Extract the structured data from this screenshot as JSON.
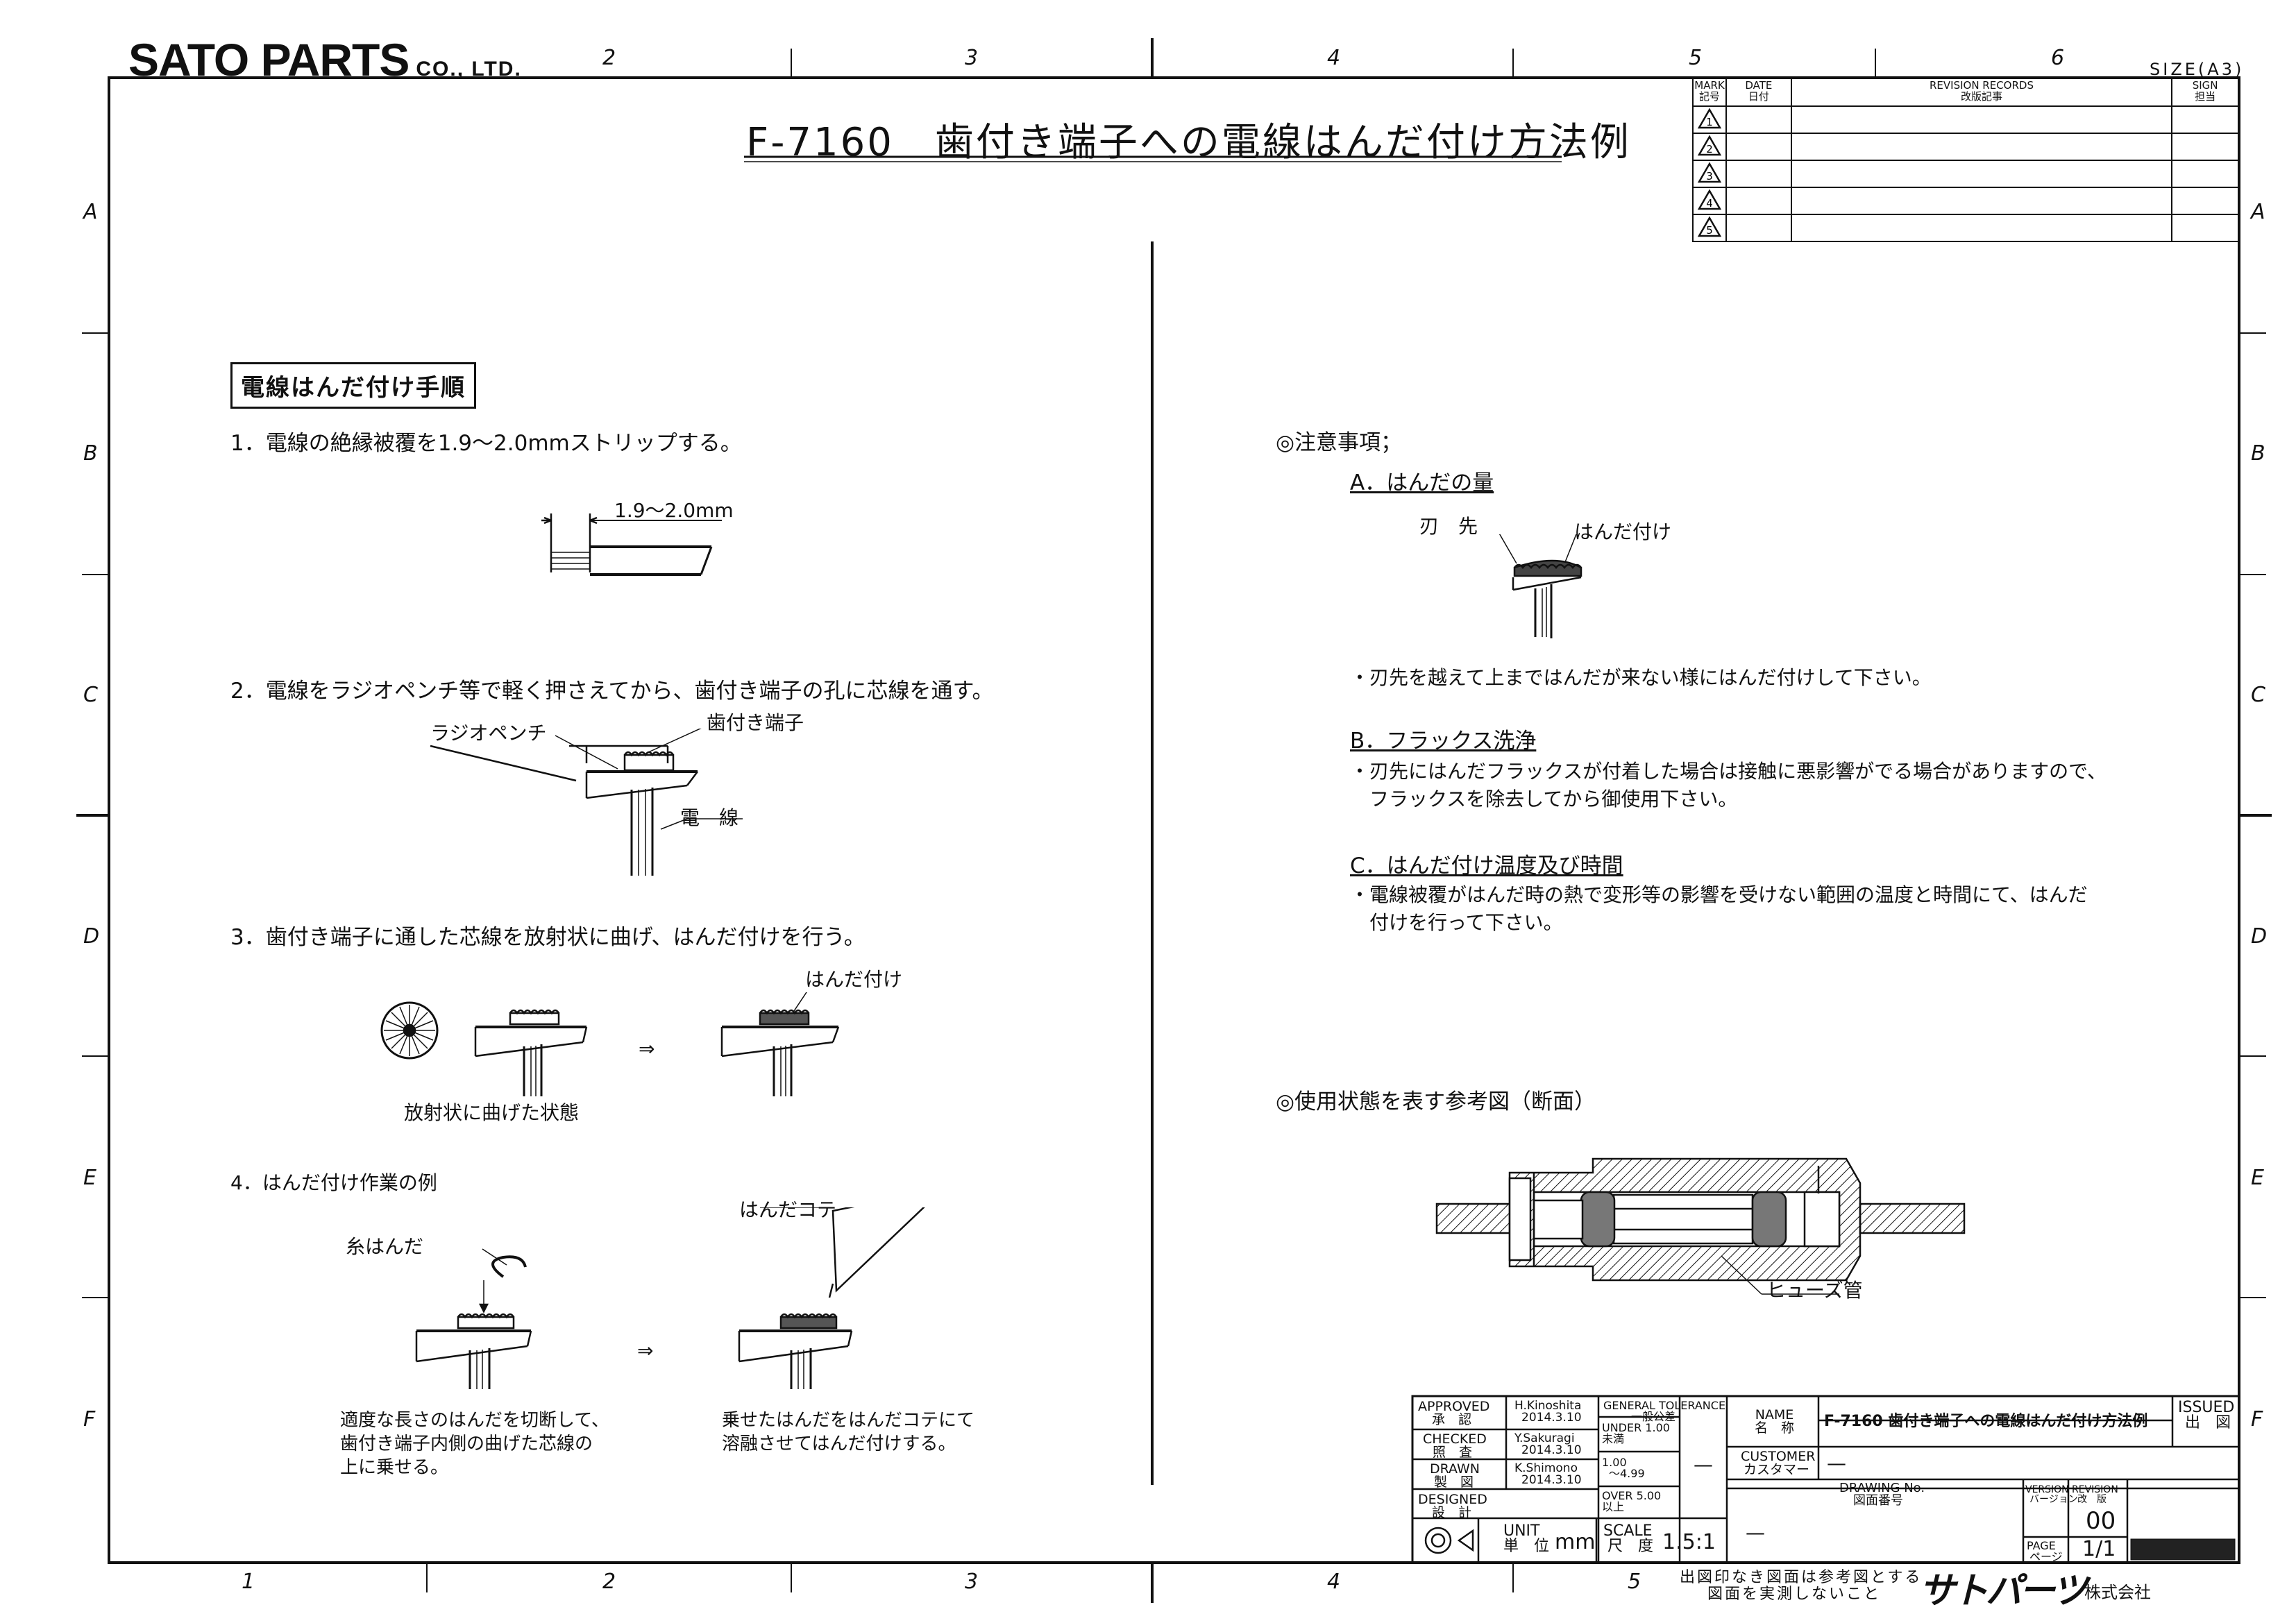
{
  "header": {
    "company_logo": "SATO PARTS",
    "company_suffix": "CO., LTD.",
    "size": "SIZE(A3)"
  },
  "zones": {
    "columns": [
      "1",
      "2",
      "3",
      "4",
      "5",
      "6"
    ],
    "rows": [
      "A",
      "B",
      "C",
      "D",
      "E",
      "F"
    ]
  },
  "title": "F-7160　歯付き端子への電線はんだ付け方法例",
  "revision": {
    "headers": [
      {
        "en": "MARK",
        "ja": "記号"
      },
      {
        "en": "DATE",
        "ja": "日付"
      },
      {
        "en": "REVISION RECORDS",
        "ja": "改版記事"
      },
      {
        "en": "SIGN",
        "ja": "担当"
      }
    ],
    "marks": [
      "1",
      "2",
      "3",
      "4",
      "5"
    ]
  },
  "left": {
    "heading": "電線はんだ付け手順",
    "step1": "1．電線の絶縁被覆を1.9～2.0mmストリップする。",
    "dim": "1.9～2.0mm",
    "step2": "2．電線をラジオペンチ等で軽く押さえてから、歯付き端子の孔に芯線を通す。",
    "label_pliers": "ラジオペンチ",
    "label_terminal": "歯付き端子",
    "label_wire": "電　線",
    "step3": "3．歯付き端子に通した芯線を放射状に曲げ、はんだ付けを行う。",
    "label_solder1": "はんだ付け",
    "arrow": "⇒",
    "label_radial": "放射状に曲げた状態",
    "step4": "4．はんだ付け作業の例",
    "label_iron": "はんだコテ",
    "label_wire_solder": "糸はんだ",
    "note4a": [
      "適度な長さのはんだを切断して、",
      "歯付き端子内側の曲げた芯線の",
      "上に乗せる。"
    ],
    "note4b": [
      "乗せたはんだをはんだコテにて",
      "溶融させてはんだ付けする。"
    ]
  },
  "right": {
    "cautions": "◎注意事項；",
    "secA": "A．はんだの量",
    "label_edge": "刃　先",
    "label_solder": "はんだ付け",
    "noteA": "・刃先を越えて上まではんだが来ない様にはんだ付けして下さい。",
    "secB": "B．フラックス洗浄",
    "noteB": [
      "・刃先にはんだフラックスが付着した場合は接触に悪影響がでる場合がありますので、",
      "　フラックスを除去してから御使用下さい。"
    ],
    "secC": "C．はんだ付け温度及び時間",
    "noteC": [
      "・電線被覆がはんだ時の熱で変形等の影響を受けない範囲の温度と時間にて、はんだ",
      "　付けを行って下さい。"
    ],
    "ref": "◎使用状態を表す参考図（断面）",
    "label_fuse": "ヒューズ管"
  },
  "titleblock": {
    "approved": {
      "en": "APPROVED",
      "ja": "承　認",
      "name": "H.Kinoshita",
      "date": "2014.3.10"
    },
    "checked": {
      "en": "CHECKED",
      "ja": "照　査",
      "name": "Y.Sakuragi",
      "date": "2014.3.10"
    },
    "drawn": {
      "en": "DRAWN",
      "ja": "製　図",
      "name": "K.Shimono",
      "date": "2014.3.10"
    },
    "designed": {
      "en": "DESIGNED",
      "ja": "設　計"
    },
    "tolerance": {
      "en": "GENERAL TOLERANCE",
      "ja": "一般公差"
    },
    "tol_under": {
      "label": "UNDER 1.00",
      "ja": "未満"
    },
    "tol_mid": [
      "1.00",
      "～4.99"
    ],
    "tol_over": {
      "label": "OVER  5.00",
      "ja": "以上"
    },
    "tol_dash": "—",
    "name": {
      "en": "NAME",
      "ja": "名　称",
      "value": "F-7160 歯付き端子への電線はんだ付け方法例"
    },
    "customer": {
      "en": "CUSTOMER",
      "ja": "カスタマー",
      "value": "—"
    },
    "drawing_no": {
      "en": "DRAWING No.",
      "ja": "図面番号",
      "value": "—"
    },
    "issued": {
      "en": "ISSUED",
      "ja": "出　図"
    },
    "version": {
      "en": "VERSION",
      "ja": "バージョン"
    },
    "rev": {
      "en": "REVISION",
      "ja": "改　版",
      "value": "00"
    },
    "page": {
      "en": "PAGE",
      "ja": "ページ",
      "value": "1/1"
    },
    "unit": {
      "en": "UNIT",
      "ja": "単　位",
      "value": "mm"
    },
    "scale": {
      "en": "SCALE",
      "ja": "尺　度",
      "value": "1.5:1"
    }
  },
  "footer": {
    "notice": [
      "出図印なき図面は参考図とする",
      "図面を実測しないこと"
    ],
    "logo": "サトパーツ",
    "company": "株式会社"
  }
}
